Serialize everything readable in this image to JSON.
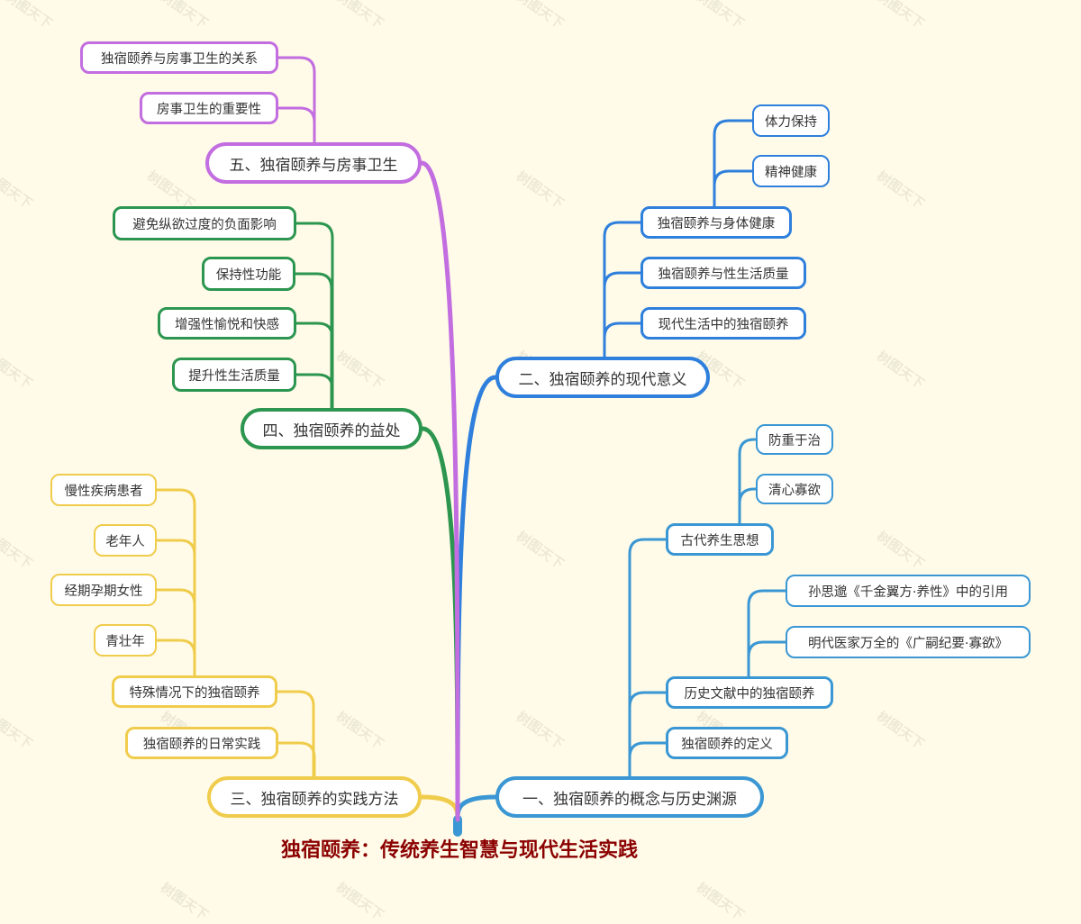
{
  "title": "独宿颐养：传统养生智慧与现代生活实践",
  "watermark": "树图天下",
  "colors": {
    "background": "#fffbe8",
    "title": "#8b0000",
    "branch_1": "#3a97d4",
    "branch_2": "#2f7fdc",
    "branch_3": "#f0cc4c",
    "branch_4": "#2c9650",
    "branch_5": "#c26de0"
  },
  "branches": [
    {
      "id": "b1",
      "label": "一、独宿颐养的概念与历史渊源",
      "color": "#3a97d4",
      "children": [
        {
          "id": "b1c1",
          "label": "古代养生思想",
          "children": [
            {
              "id": "b1c1l1",
              "label": "防重于治"
            },
            {
              "id": "b1c1l2",
              "label": "清心寡欲"
            }
          ]
        },
        {
          "id": "b1c2",
          "label": "历史文献中的独宿颐养",
          "children": [
            {
              "id": "b1c2l1",
              "label": "孙思邈《千金翼方·养性》中的引用"
            },
            {
              "id": "b1c2l2",
              "label": "明代医家万全的《广嗣纪要·寡欲》"
            }
          ]
        },
        {
          "id": "b1c3",
          "label": "独宿颐养的定义",
          "children": []
        }
      ]
    },
    {
      "id": "b2",
      "label": "二、独宿颐养的现代意义",
      "color": "#2f7fdc",
      "children": [
        {
          "id": "b2c1",
          "label": "独宿颐养与身体健康",
          "children": [
            {
              "id": "b2c1l1",
              "label": "体力保持"
            },
            {
              "id": "b2c1l2",
              "label": "精神健康"
            }
          ]
        },
        {
          "id": "b2c2",
          "label": "独宿颐养与性生活质量",
          "children": []
        },
        {
          "id": "b2c3",
          "label": "现代生活中的独宿颐养",
          "children": []
        }
      ]
    },
    {
      "id": "b3",
      "label": "三、独宿颐养的实践方法",
      "color": "#f0cc4c",
      "children": [
        {
          "id": "b3c1",
          "label": "特殊情况下的独宿颐养",
          "children": [
            {
              "id": "b3c1l1",
              "label": "慢性疾病患者"
            },
            {
              "id": "b3c1l2",
              "label": "老年人"
            },
            {
              "id": "b3c1l3",
              "label": "经期孕期女性"
            },
            {
              "id": "b3c1l4",
              "label": "青壮年"
            }
          ]
        },
        {
          "id": "b3c2",
          "label": "独宿颐养的日常实践",
          "children": []
        }
      ]
    },
    {
      "id": "b4",
      "label": "四、独宿颐养的益处",
      "color": "#2c9650",
      "children": [
        {
          "id": "b4c1",
          "label": "避免纵欲过度的负面影响",
          "children": []
        },
        {
          "id": "b4c2",
          "label": "保持性功能",
          "children": []
        },
        {
          "id": "b4c3",
          "label": "增强性愉悦和快感",
          "children": []
        },
        {
          "id": "b4c4",
          "label": "提升性生活质量",
          "children": []
        }
      ]
    },
    {
      "id": "b5",
      "label": "五、独宿颐养与房事卫生",
      "color": "#c26de0",
      "children": [
        {
          "id": "b5c1",
          "label": "独宿颐养与房事卫生的关系",
          "children": []
        },
        {
          "id": "b5c2",
          "label": "房事卫生的重要性",
          "children": []
        }
      ]
    }
  ]
}
